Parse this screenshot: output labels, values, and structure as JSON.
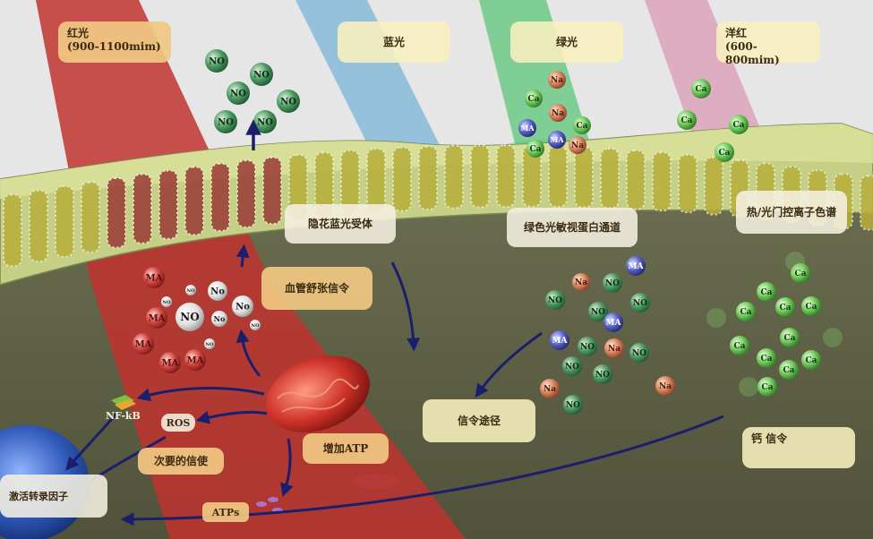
{
  "light_labels": {
    "red": "红光\n(900-1100mim)",
    "blue": "蓝光",
    "green": "绿光",
    "magenta": "洋红\n(600-800mim)"
  },
  "receptor_labels": {
    "cryptochrome": "隐花蓝光受体",
    "opsin_channel": "绿色光敏视蛋白通道",
    "thermo_channel": "热/光门控离子色谱"
  },
  "signal_labels": {
    "vasodilation": "血管舒张信令",
    "signaling_pathway": "信令途径",
    "calcium": "钙 信令",
    "increase_atp": "增加ATP",
    "secondary_messenger": "次要的信使",
    "ros": "ROS",
    "nfkb": "NF-kB",
    "atps": "ATPs",
    "activate_tf": "激活转录因子"
  },
  "molecules": {
    "no_upper": "NO",
    "no_lower": "No",
    "ma": "MA",
    "na": "Na",
    "ca": "Ca"
  },
  "colors": {
    "red_beam": "#c0332f",
    "blue_beam": "#7ab4d6",
    "green_beam": "#5cc57a",
    "magenta_beam": "#d99bb4",
    "arrow": "#1b1f6b",
    "membrane": "#c6cf86"
  }
}
